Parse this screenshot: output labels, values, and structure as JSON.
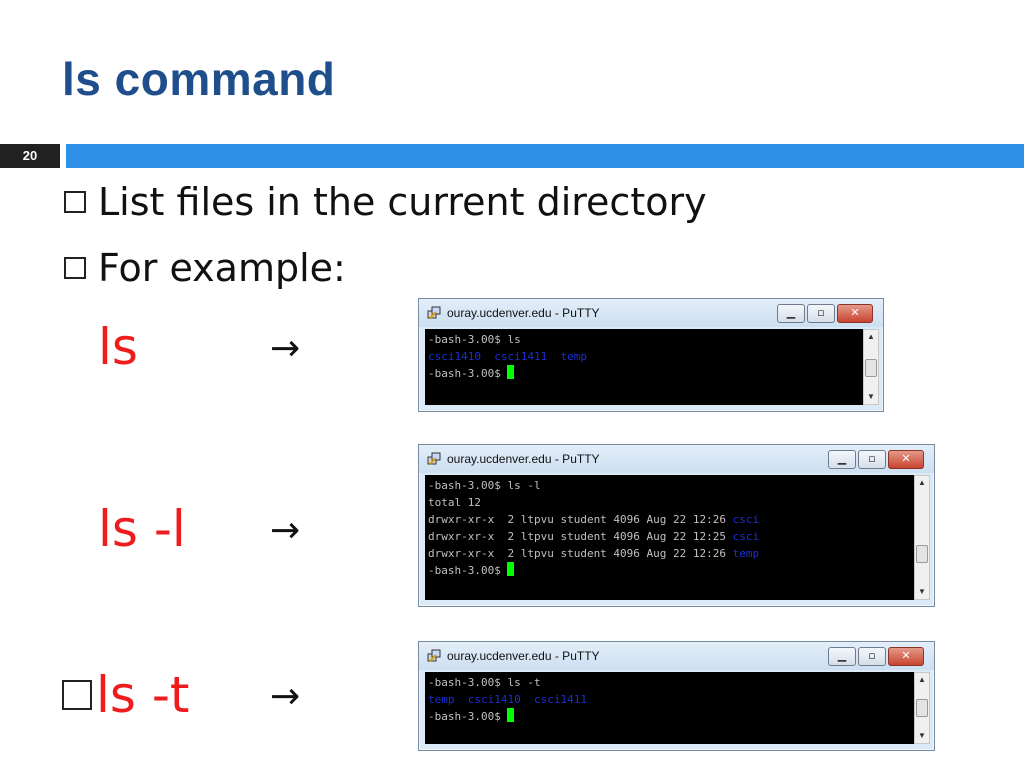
{
  "slide": {
    "title": "ls command",
    "number": "20",
    "bullets": [
      "List files in the current directory",
      "For example:"
    ],
    "accent_color": "#2e8fe6",
    "title_color": "#1f4e8c",
    "command_color": "#ee1c1c"
  },
  "examples": [
    {
      "command": "ls",
      "arrow": "→",
      "window": {
        "title": "ouray.ucdenver.edu - PuTTY",
        "icon": "putty-icon",
        "lines": [
          {
            "text": "-bash-3.00$ ls",
            "style": "normal"
          },
          {
            "text": "csci1410  csci1411  temp",
            "style": "blue"
          },
          {
            "text": "-bash-3.00$ ",
            "style": "prompt"
          }
        ]
      }
    },
    {
      "command": "ls -l",
      "arrow": "→",
      "window": {
        "title": "ouray.ucdenver.edu - PuTTY",
        "icon": "putty-icon",
        "lines": [
          {
            "text": "-bash-3.00$ ls -l",
            "style": "normal"
          },
          {
            "text": "total 12",
            "style": "normal"
          },
          {
            "text": "drwxr-xr-x  2 ltpvu student 4096 Aug 22 12:26 ",
            "style": "normal",
            "suffix": "csci"
          },
          {
            "text": "drwxr-xr-x  2 ltpvu student 4096 Aug 22 12:25 ",
            "style": "normal",
            "suffix": "csci"
          },
          {
            "text": "drwxr-xr-x  2 ltpvu student 4096 Aug 22 12:26 ",
            "style": "normal",
            "suffix": "temp"
          },
          {
            "text": "-bash-3.00$ ",
            "style": "prompt"
          }
        ]
      }
    },
    {
      "command": "ls -t",
      "arrow": "→",
      "window": {
        "title": "ouray.ucdenver.edu - PuTTY",
        "icon": "putty-icon",
        "lines": [
          {
            "text": "-bash-3.00$ ls -t",
            "style": "normal"
          },
          {
            "text": "temp  csci1410  csci1411",
            "style": "blue"
          },
          {
            "text": "-bash-3.00$ ",
            "style": "prompt"
          }
        ]
      }
    }
  ]
}
